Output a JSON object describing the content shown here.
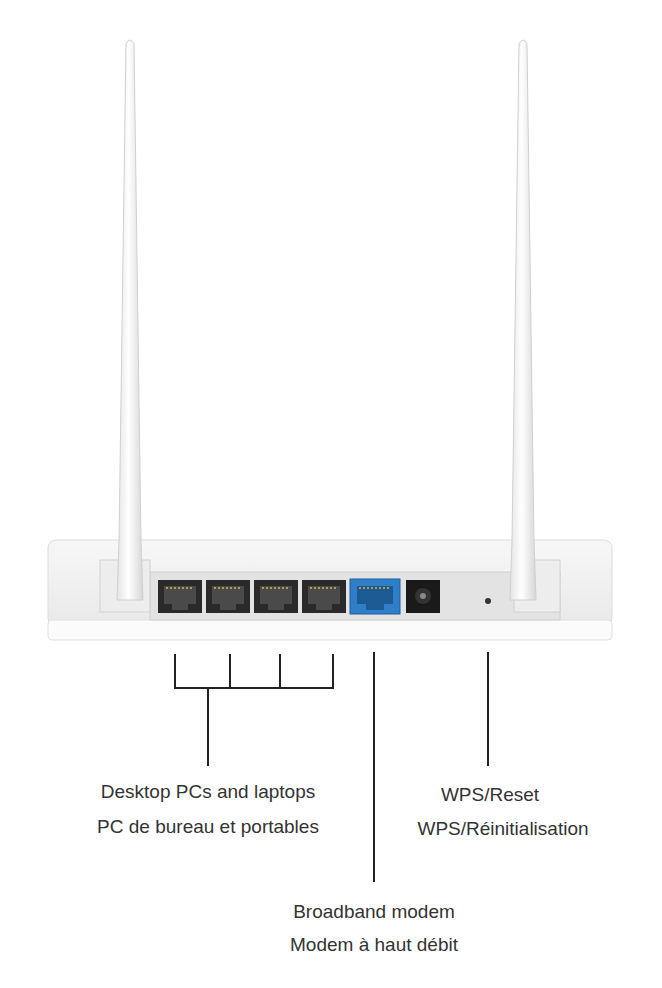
{
  "diagram": {
    "labels": [
      "Desktop PCs and laptops",
      "PC de bureau et portables",
      "WPS/Reset",
      "WPS/Réinitialisation",
      "Broadband modem",
      "Modem à haut débit"
    ]
  }
}
